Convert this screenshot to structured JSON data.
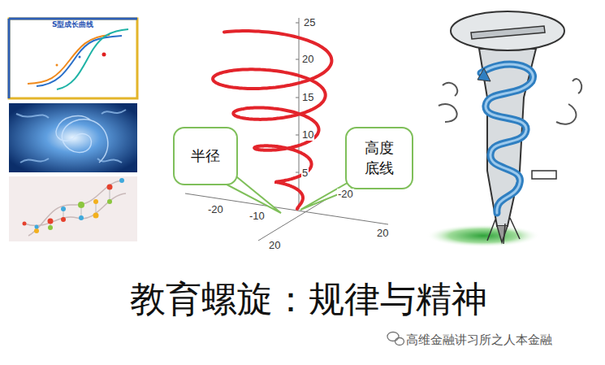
{
  "diagram": {
    "title": "教育螺旋：规律与精神",
    "nodes": [
      {
        "text": [
          "半径"
        ]
      },
      {
        "text": [
          "高度 底线"
        ]
      }
    ],
    "labels": [
      "S型成长曲线",
      "25",
      "20",
      "15",
      "10",
      "5",
      "-20",
      "-10",
      "-20",
      "20",
      "20",
      "高维金融讲习所之人本金融"
    ]
  }
}
